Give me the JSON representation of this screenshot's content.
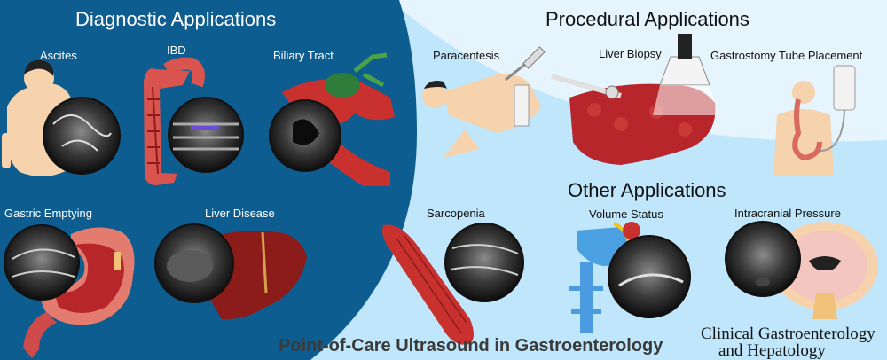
{
  "colors": {
    "left_panel": "#0e5d90",
    "right_panel": "#bfe6fb",
    "procedural_band": "#e6f5fd",
    "ultrasound_dark": "#1a1a1a",
    "tissue_red": "#b7262a",
    "skin": "#f6d2ad"
  },
  "diagnostic": {
    "heading": "Diagnostic Applications",
    "items": [
      {
        "label": "Ascites",
        "icon": "ascites-illustration"
      },
      {
        "label": "IBD",
        "icon": "colon-illustration"
      },
      {
        "label": "Biliary Tract",
        "icon": "gallbladder-illustration"
      },
      {
        "label": "Gastric Emptying",
        "icon": "stomach-illustration"
      },
      {
        "label": "Liver Disease",
        "icon": "liver-illustration"
      }
    ]
  },
  "procedural": {
    "heading": "Procedural Applications",
    "items": [
      {
        "label": "Paracentesis",
        "icon": "paracentesis-illustration"
      },
      {
        "label": "Liver Biopsy",
        "icon": "liver-biopsy-illustration"
      },
      {
        "label": "Gastrostomy Tube Placement",
        "icon": "gastrostomy-illustration"
      }
    ]
  },
  "other": {
    "heading": "Other Applications",
    "items": [
      {
        "label": "Sarcopenia",
        "icon": "muscle-illustration"
      },
      {
        "label": "Volume Status",
        "icon": "ivc-illustration"
      },
      {
        "label": "Intracranial Pressure",
        "icon": "brain-illustration"
      }
    ]
  },
  "footer": {
    "title": "Point-of-Care Ultrasound in Gastroenterology",
    "journal_line1": "Clinical Gastroenterology",
    "journal_line2": "and Hepatology"
  }
}
